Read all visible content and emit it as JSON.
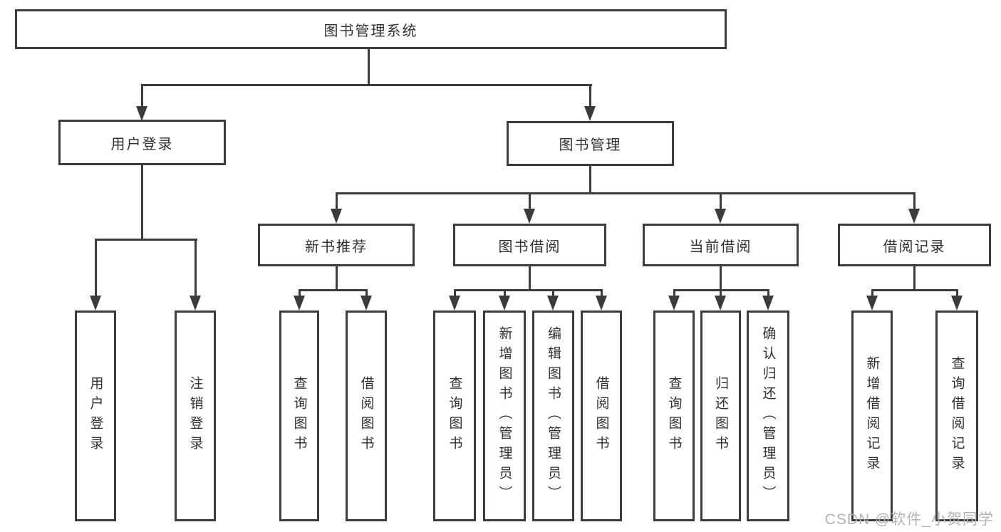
{
  "diagram": {
    "tree": {
      "label": "图书管理系统",
      "children": [
        {
          "label": "用户登录",
          "children": [
            {
              "label": "用户登录"
            },
            {
              "label": "注销登录"
            }
          ]
        },
        {
          "label": "图书管理",
          "children": [
            {
              "label": "新书推荐",
              "children": [
                {
                  "label": "查询图书"
                },
                {
                  "label": "借阅图书"
                }
              ]
            },
            {
              "label": "图书借阅",
              "children": [
                {
                  "label": "查询图书"
                },
                {
                  "label": "新增图书（管理员）"
                },
                {
                  "label": "编辑图书（管理员）"
                },
                {
                  "label": "借阅图书"
                }
              ]
            },
            {
              "label": "当前借阅",
              "children": [
                {
                  "label": "查询图书"
                },
                {
                  "label": "归还图书"
                },
                {
                  "label": "确认归还（管理员）"
                }
              ]
            },
            {
              "label": "借阅记录",
              "children": [
                {
                  "label": "新增借阅记录"
                },
                {
                  "label": "查询借阅记录"
                }
              ]
            }
          ]
        }
      ]
    },
    "line_color": "#3b3b3e",
    "watermark": "CSDN @软件_小贺同学"
  }
}
